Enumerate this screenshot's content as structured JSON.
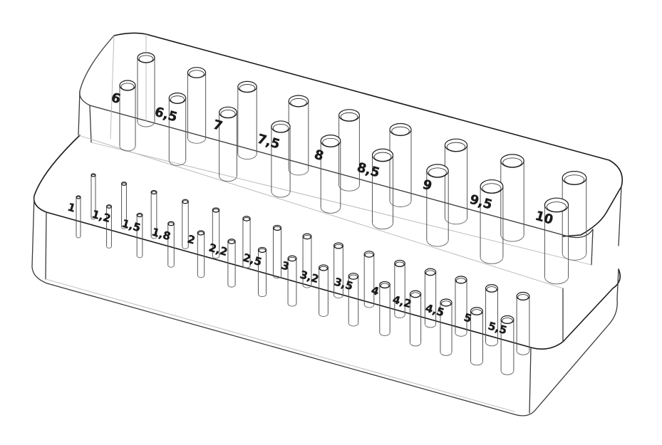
{
  "labels_large": [
    "6",
    "6,5",
    "7",
    "7,5",
    "8",
    "8,5",
    "9",
    "9,5",
    "10"
  ],
  "labels_small": [
    "1",
    "1,2",
    "1,5",
    "1,8",
    "2",
    "2,2",
    "2,5",
    "3",
    "3,2",
    "3,5",
    "4",
    "4,2",
    "4,5",
    "5",
    "5,5"
  ],
  "colors": {
    "line": "#1f1f1f",
    "faint": "#b5b5b5",
    "background": "#ffffff"
  }
}
